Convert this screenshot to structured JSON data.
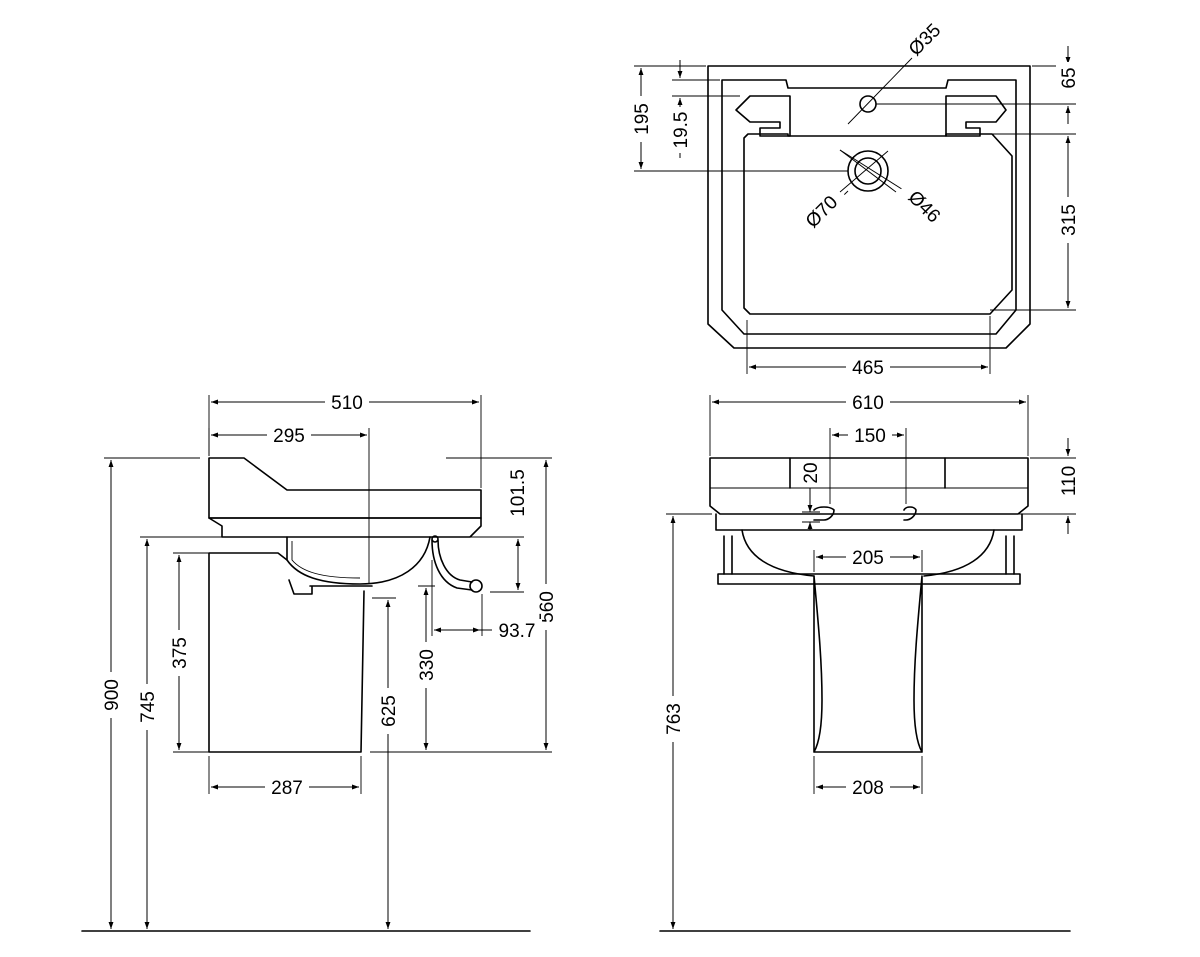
{
  "dimensions": {
    "side_width": "510",
    "side_top_offset": "295",
    "side_rim_depth": "101.5",
    "side_overall_height_pedestal": "560",
    "side_trap_offset": "93.7",
    "side_total_height": "900",
    "side_rim_height": "745",
    "side_pedestal_height": "375",
    "side_waste_height": "330",
    "side_pedestal_top_height": "625",
    "side_pedestal_depth": "287",
    "top_tap_hole": "Ø35",
    "top_back_height": "195",
    "top_back_offset": "19.5",
    "top_back_rim": "65",
    "top_waste_outer": "Ø70",
    "top_waste_inner": "Ø46",
    "top_bowl_depth": "315",
    "top_bowl_width": "465",
    "front_width": "610",
    "front_tap_centres": "150",
    "front_tap_height": "20",
    "front_rim_height": "110",
    "front_pedestal_top_width": "205",
    "front_floor_height": "763",
    "front_pedestal_base_width": "208"
  }
}
